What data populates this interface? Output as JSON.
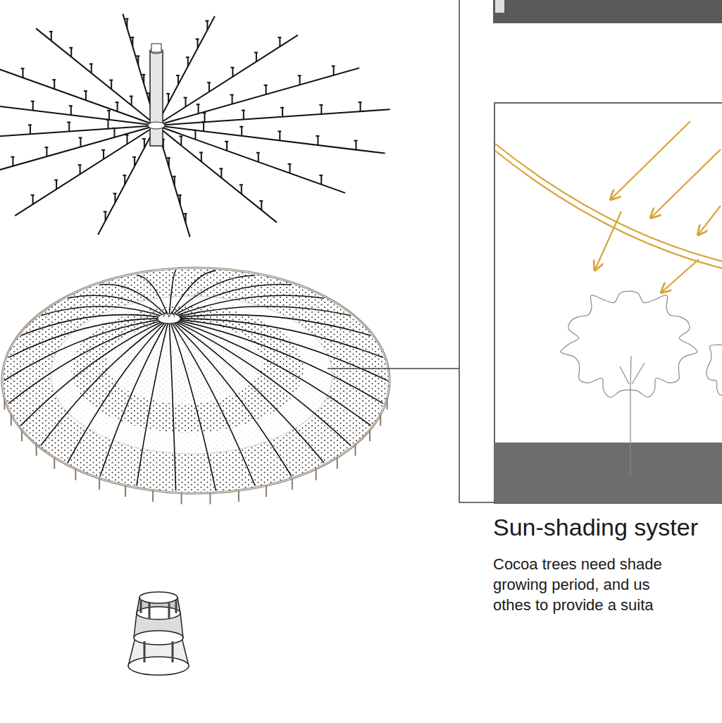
{
  "diagram": {
    "labels": [
      "Sun-shading syster",
      "Cocoa trees need shade",
      "growing period, and us",
      "othes to provide a suita"
    ]
  }
}
